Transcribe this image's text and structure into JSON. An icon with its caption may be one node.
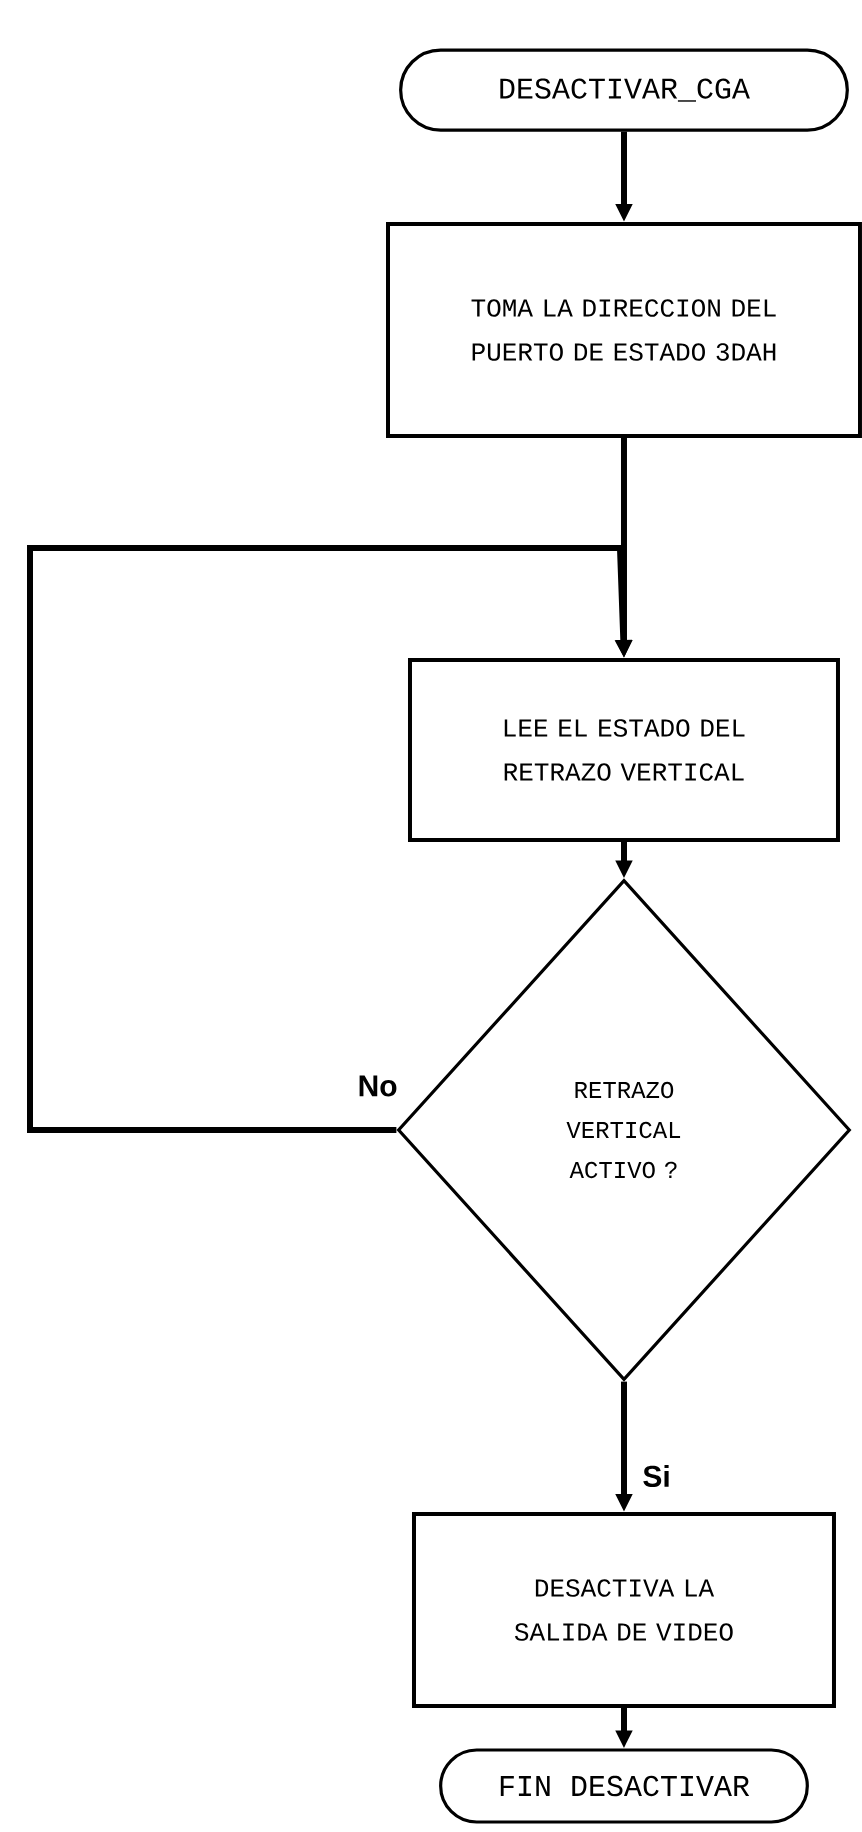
{
  "diagram": {
    "nodes": [
      {
        "text": [
          "DESACTIVAR_CGA"
        ]
      },
      {
        "text": [
          "TOMA LA DIRECCION DEL PUERTO DE ESTADO 3DAH"
        ]
      },
      {
        "text": [
          "LEE EL ESTADO DEL RETRAZO VERTICAL"
        ]
      },
      {
        "text": [
          "RETRAZO VERTICAL ACTIVO ?"
        ]
      },
      {
        "text": [
          "DESACTIVA LA SALIDA DE VIDEO"
        ]
      },
      {
        "text": [
          "FIN DESACTIVAR"
        ]
      }
    ],
    "edges": [
      {
        "from": 0,
        "to": 1,
        "arrow": "to"
      },
      {
        "from": 1,
        "to": 2,
        "arrow": "to"
      },
      {
        "from": 2,
        "to": 3,
        "arrow": "to"
      },
      {
        "from": 3,
        "to": 2,
        "arrow": "to",
        "label": "No"
      },
      {
        "from": 3,
        "to": 4,
        "arrow": "to",
        "label": "Si"
      },
      {
        "from": 4,
        "to": 5,
        "arrow": "to"
      }
    ]
  }
}
